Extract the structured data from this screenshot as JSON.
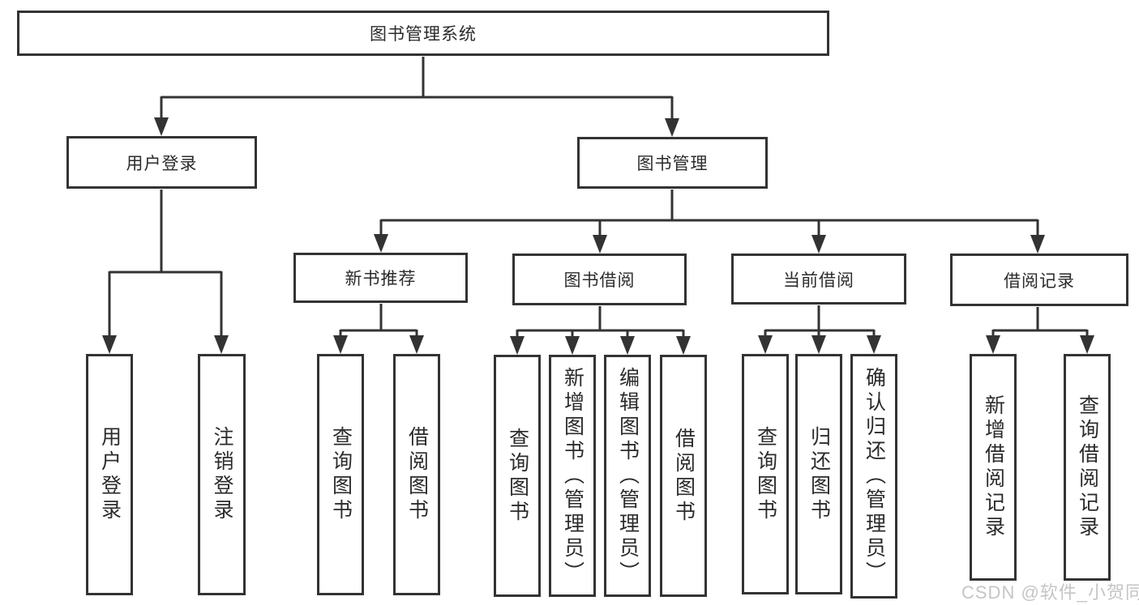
{
  "diagram": {
    "title": "图书管理系统",
    "level2": {
      "user_login": "用户登录",
      "book_mgmt": "图书管理"
    },
    "level3": {
      "new_book_rec": "新书推荐",
      "book_borrow": "图书借阅",
      "current_borrow": "当前借阅",
      "borrow_records": "借阅记录"
    },
    "leaves": {
      "user_login": "用户登录",
      "logout_login": "注销登录",
      "rec_query_books": "查询图书",
      "rec_borrow_books": "借阅图书",
      "bor_query_books": "查询图书",
      "bor_add_books": "新增图书（管理员）",
      "bor_edit_books": "编辑图书（管理员）",
      "bor_borrow_books": "借阅图书",
      "cur_query_books": "查询图书",
      "cur_return_books": "归还图书",
      "cur_confirm_return": "确认归还（管理员）",
      "log_add_record": "新增借阅记录",
      "log_query_record": "查询借阅记录"
    }
  },
  "watermark": {
    "text": "CSDN @软件_小贺同学"
  },
  "colors": {
    "line": "#333333",
    "box_border": "#333333",
    "box_fill": "#ffffff",
    "text": "#2b2b2b",
    "watermark_text": "#c5c5c5"
  }
}
